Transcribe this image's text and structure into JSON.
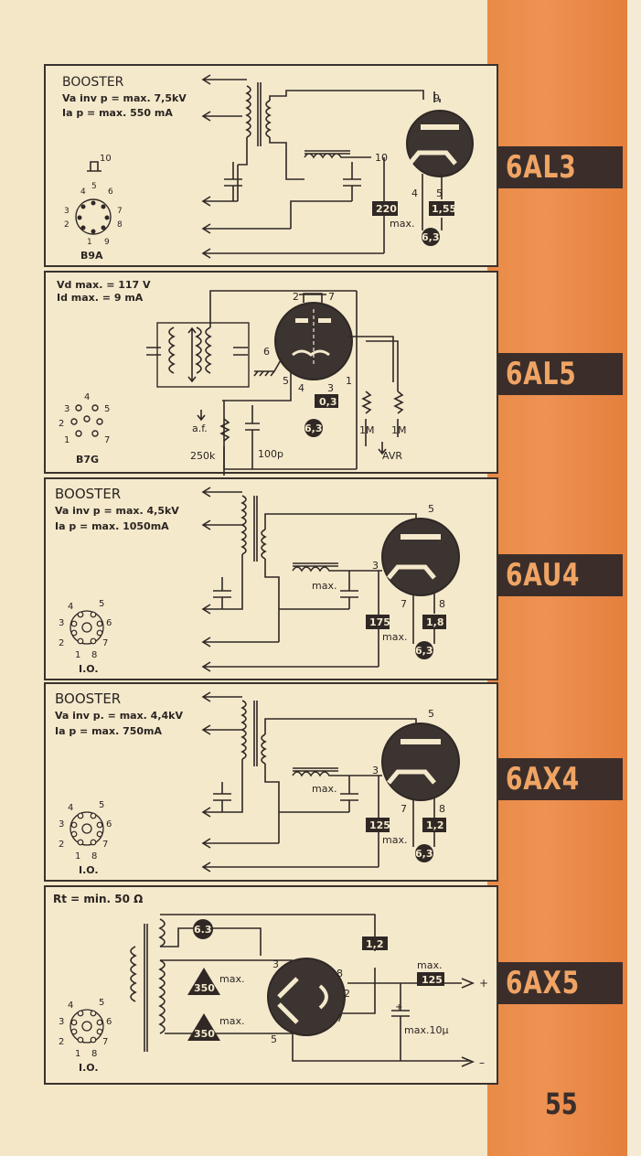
{
  "page_number": "55",
  "tubes": [
    {
      "type": "6AL3",
      "lines": [
        "BOOSTER",
        "Va inv p = max. 7,5kV",
        "Ia p = max. 550 mA"
      ],
      "base": "B9A",
      "base_pins": [
        "1",
        "2",
        "3",
        "4",
        "5",
        "6",
        "7",
        "8",
        "9"
      ],
      "top_cap": "10",
      "pin_labels": [
        "9",
        "10",
        "4",
        "5"
      ],
      "values": [
        "220",
        "1,55",
        "6,3"
      ],
      "max_label": "max."
    },
    {
      "type": "6AL5",
      "lines": [
        "Vd max. = 117 V",
        "Id max. = 9 mA"
      ],
      "base": "B7G",
      "base_pins": [
        "1",
        "2",
        "3",
        "4",
        "5",
        "7"
      ],
      "pin_labels": [
        "2",
        "7",
        "6",
        "5",
        "4",
        "3",
        "1"
      ],
      "values": [
        "0,3",
        "6,3"
      ],
      "component_labels": [
        "a.f.",
        "250k",
        "100p",
        "1M",
        "1M",
        "AVR"
      ]
    },
    {
      "type": "6AU4",
      "lines": [
        "BOOSTER",
        "Va inv p = max. 4,5kV",
        "Ia p = max. 1050mA"
      ],
      "base": "I.O.",
      "base_pins": [
        "1",
        "2",
        "3",
        "4",
        "5",
        "6",
        "7",
        "8"
      ],
      "pin_labels": [
        "5",
        "3",
        "7",
        "8"
      ],
      "values": [
        "175",
        "1,8",
        "6,3"
      ],
      "max_label": "max.",
      "choke_label": "max."
    },
    {
      "type": "6AX4",
      "lines": [
        "BOOSTER",
        "Va inv p. = max. 4,4kV",
        "Ia p = max. 750mA"
      ],
      "base": "I.O.",
      "base_pins": [
        "1",
        "2",
        "3",
        "4",
        "5",
        "6",
        "7",
        "8"
      ],
      "pin_labels": [
        "5",
        "3",
        "7",
        "8"
      ],
      "values": [
        "125",
        "1,2",
        "6,3"
      ],
      "max_label": "max.",
      "choke_label": "max."
    },
    {
      "type": "6AX5",
      "lines": [
        "Rt = min. 50 Ω"
      ],
      "base": "I.O.",
      "base_pins": [
        "1",
        "2",
        "3",
        "4",
        "5",
        "6",
        "7",
        "8"
      ],
      "pin_labels": [
        "3",
        "8",
        "2",
        "7",
        "5"
      ],
      "values": [
        "6.3",
        "1,2",
        "350",
        "350",
        "125"
      ],
      "component_labels": [
        "max.",
        "max.",
        "max.",
        "max.10μ",
        "+",
        "+",
        "–"
      ]
    }
  ]
}
